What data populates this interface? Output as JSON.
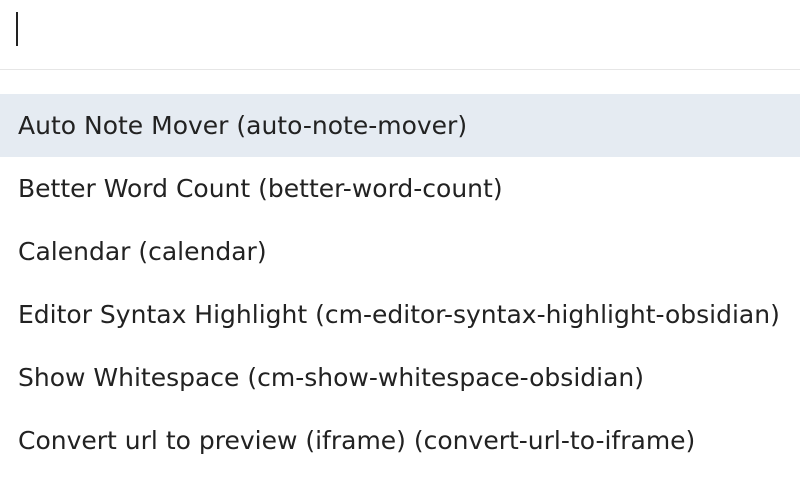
{
  "search": {
    "value": "",
    "placeholder": ""
  },
  "results": [
    {
      "label": "Auto Note Mover (auto-note-mover)",
      "selected": true
    },
    {
      "label": "Better Word Count (better-word-count)",
      "selected": false
    },
    {
      "label": "Calendar (calendar)",
      "selected": false
    },
    {
      "label": "Editor Syntax Highlight (cm-editor-syntax-highlight-obsidian)",
      "selected": false
    },
    {
      "label": "Show Whitespace (cm-show-whitespace-obsidian)",
      "selected": false
    },
    {
      "label": "Convert url to preview (iframe) (convert-url-to-iframe)",
      "selected": false
    }
  ],
  "colors": {
    "selected_background": "#e5ebf2",
    "text": "#222222",
    "divider": "#e6e6e6"
  }
}
